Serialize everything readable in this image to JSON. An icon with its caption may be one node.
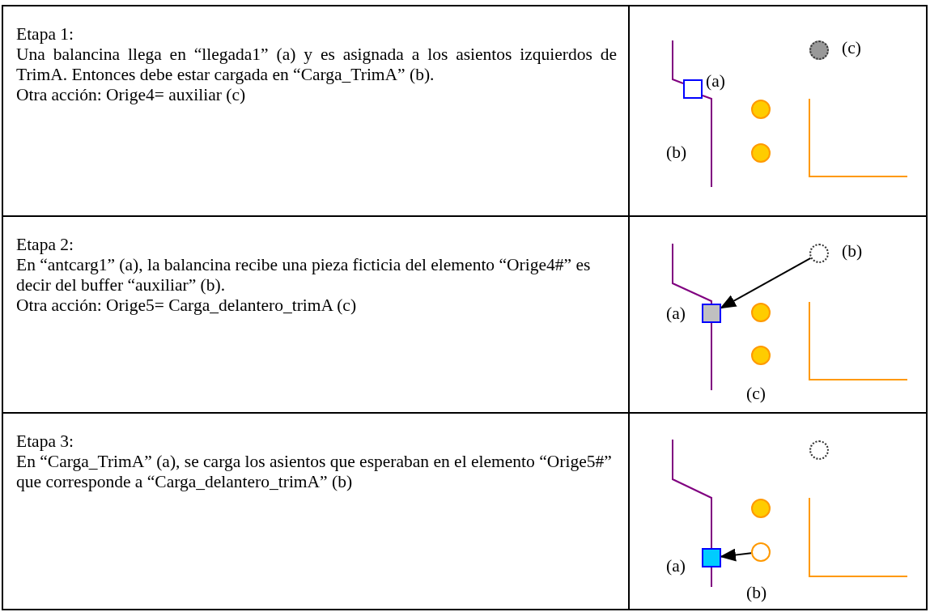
{
  "diagram": {
    "nodes": [
      {
        "text": [],
        "shape": "circle",
        "beside": [
          "(c)"
        ]
      },
      {
        "text": [],
        "shape": "box",
        "beside": [
          "(a)"
        ]
      },
      {
        "text": [],
        "shape": "circle"
      },
      {
        "text": [],
        "shape": "circle"
      },
      {
        "text": [],
        "shape": "circle",
        "beside": [
          "(b)"
        ]
      },
      {
        "text": [],
        "shape": "box",
        "beside": [
          "(a)"
        ]
      },
      {
        "text": [],
        "shape": "circle"
      },
      {
        "text": [],
        "shape": "circle",
        "beside": [
          "(c)"
        ]
      },
      {
        "text": [],
        "shape": "circle"
      },
      {
        "text": [],
        "shape": "circle"
      },
      {
        "text": [],
        "shape": "box",
        "beside": [
          "(a)"
        ]
      },
      {
        "text": [],
        "shape": "circle",
        "beside": [
          "(b)"
        ]
      }
    ],
    "edges": [
      {
        "from": 4,
        "to": 5,
        "arrow": "to"
      },
      {
        "from": 11,
        "to": 10,
        "arrow": "to"
      }
    ],
    "labels": [
      "Etapa 1:",
      "Una balancina llega en “llegada1” (a) y es asignada a los asientos izquierdos de TrimA. Entonces debe estar cargada en “Carga_TrimA” (b).",
      "Otra acción: Orige4= auxiliar (c)",
      "(b)",
      "Etapa 2:",
      "En “antcarg1” (a), la balancina recibe una pieza ficticia del elemento “Orige4#” es decir del buffer “auxiliar” (b).",
      "Otra acción: Orige5= Carga_delantero_trimA (c)",
      "Etapa 3:",
      "En “Carga_TrimA” (a), se carga los asientos que esperaban en el elemento “Orige5#”  que corresponde a “Carga_delantero_trimA” (b)"
    ]
  }
}
